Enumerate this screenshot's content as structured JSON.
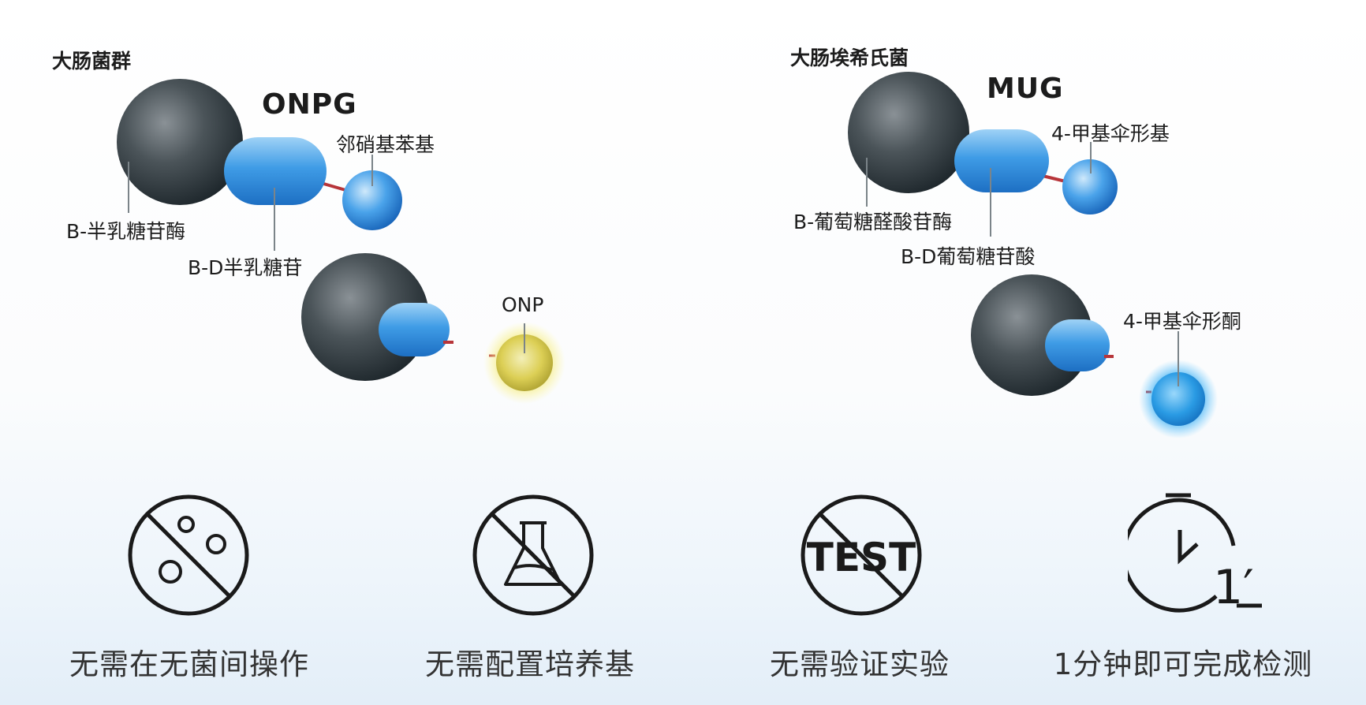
{
  "left_panel": {
    "heading": "大肠菌群",
    "molecule": "ONPG",
    "labels": {
      "group": "邻硝基苯基",
      "enzyme": "B-半乳糖苷酶",
      "substrate": "B-D半乳糖苷",
      "product": "ONP"
    },
    "product_color": "#f1e36a"
  },
  "right_panel": {
    "heading": "大肠埃希氏菌",
    "molecule": "MUG",
    "labels": {
      "group": "4-甲基伞形基",
      "enzyme": "B-葡萄糖醛酸苷酶",
      "substrate": "B-D葡萄糖苷酸",
      "product": "4-甲基伞形酮"
    },
    "product_color": "#2aa7ea"
  },
  "features": [
    {
      "icon": "no-petri-dish-icon",
      "text": "无需在无菌间操作"
    },
    {
      "icon": "no-flask-icon",
      "text": "无需配置培养基"
    },
    {
      "icon": "no-test-icon",
      "text": "无需验证实验",
      "icon_text": "TEST"
    },
    {
      "icon": "stopwatch-icon",
      "text": "1分钟即可完成检测",
      "icon_text": "1′"
    }
  ]
}
